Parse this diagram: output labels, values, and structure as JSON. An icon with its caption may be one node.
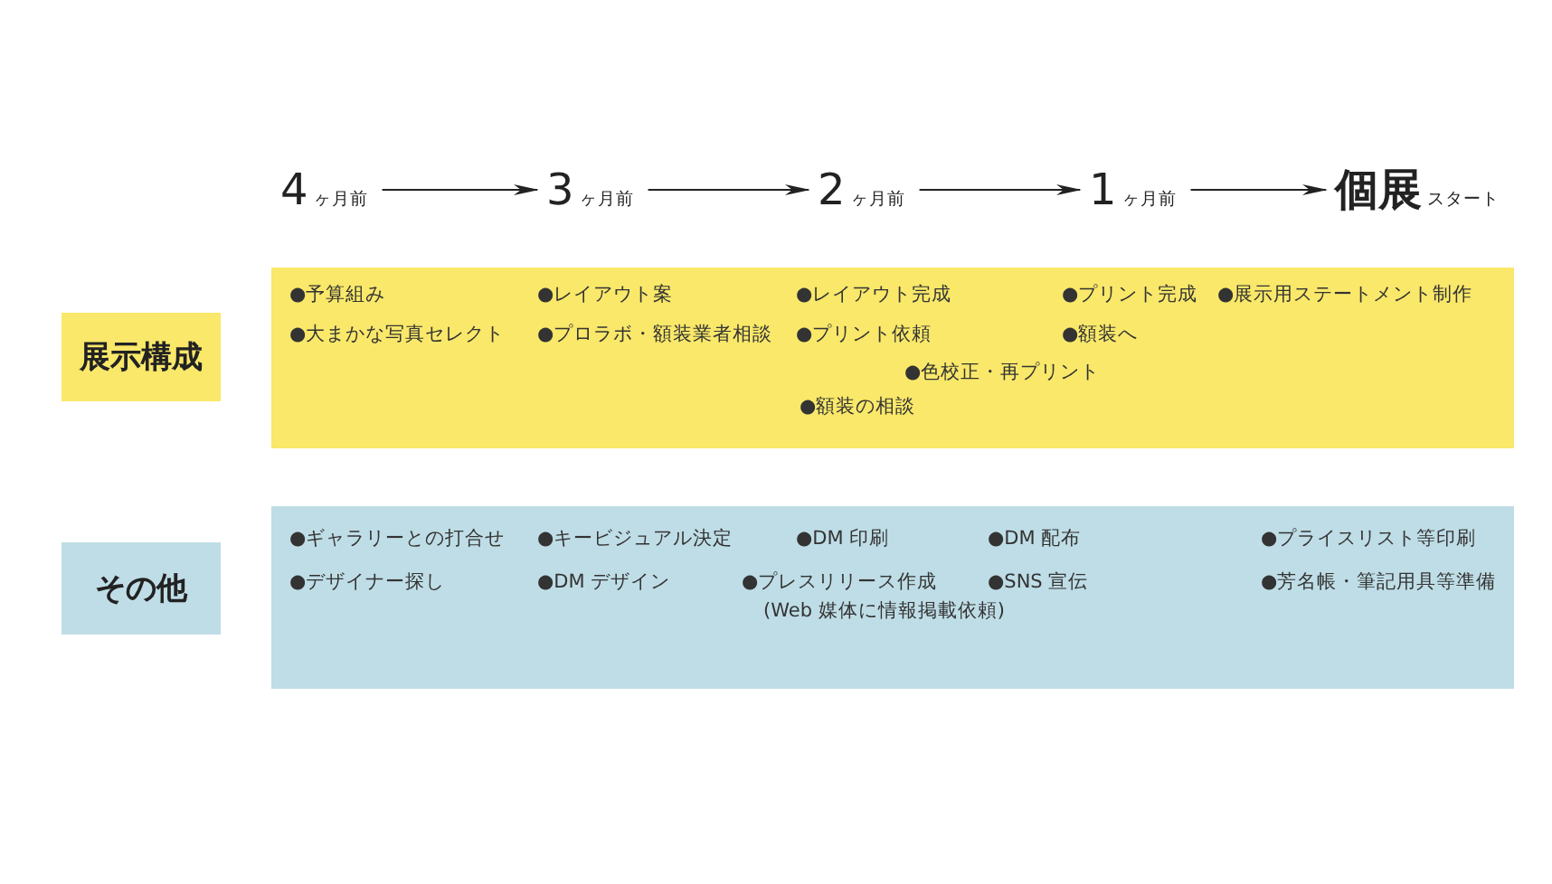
{
  "diagram": {
    "nodes": [
      {
        "text": [
          "4",
          "ヶ月前"
        ]
      },
      {
        "text": [
          "3",
          "ヶ月前"
        ]
      },
      {
        "text": [
          "2",
          "ヶ月前"
        ]
      },
      {
        "text": [
          "1",
          "ヶ月前"
        ]
      },
      {
        "text": [
          "個展",
          "スタート"
        ]
      },
      {
        "text": [
          "展示構成"
        ]
      },
      {
        "text": [
          "●予算組み",
          "●大まかな写真セレクト",
          "●レイアウト案",
          "●プロラボ・額装業者相談",
          "●レイアウト完成",
          "●プリント依頼",
          "●色校正・再プリント",
          "●額装の相談",
          "●プリント完成",
          "●額装へ",
          "●展示用ステートメント制作"
        ]
      },
      {
        "text": [
          "その他"
        ]
      },
      {
        "text": [
          "●ギャラリーとの打合せ",
          "●デザイナー探し",
          "●キービジュアル決定",
          "●DM デザイン",
          "●DM 印刷",
          "●プレスリリース作成",
          "(Web 媒体に情報掲載依頼)",
          "●DM 配布",
          "●SNS 宣伝",
          "●プライスリスト等印刷",
          "●芳名帳・筆記用具等準備"
        ]
      }
    ],
    "edges": [
      {
        "from": 0,
        "to": 1,
        "arrow": "to"
      },
      {
        "from": 1,
        "to": 2,
        "arrow": "to"
      },
      {
        "from": 2,
        "to": 3,
        "arrow": "to"
      },
      {
        "from": 3,
        "to": 4,
        "arrow": "to"
      }
    ]
  }
}
